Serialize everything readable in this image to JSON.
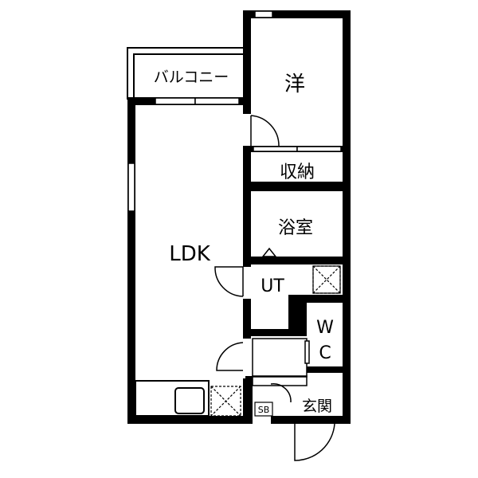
{
  "floorplan": {
    "rooms": {
      "balcony": "バルコニー",
      "western_room": "洋",
      "storage": "収納",
      "bathroom": "浴室",
      "ldk": "LDK",
      "utility": "UT",
      "wc_w": "W",
      "wc_c": "C",
      "entrance": "玄関",
      "shoe_box": "SB"
    }
  }
}
